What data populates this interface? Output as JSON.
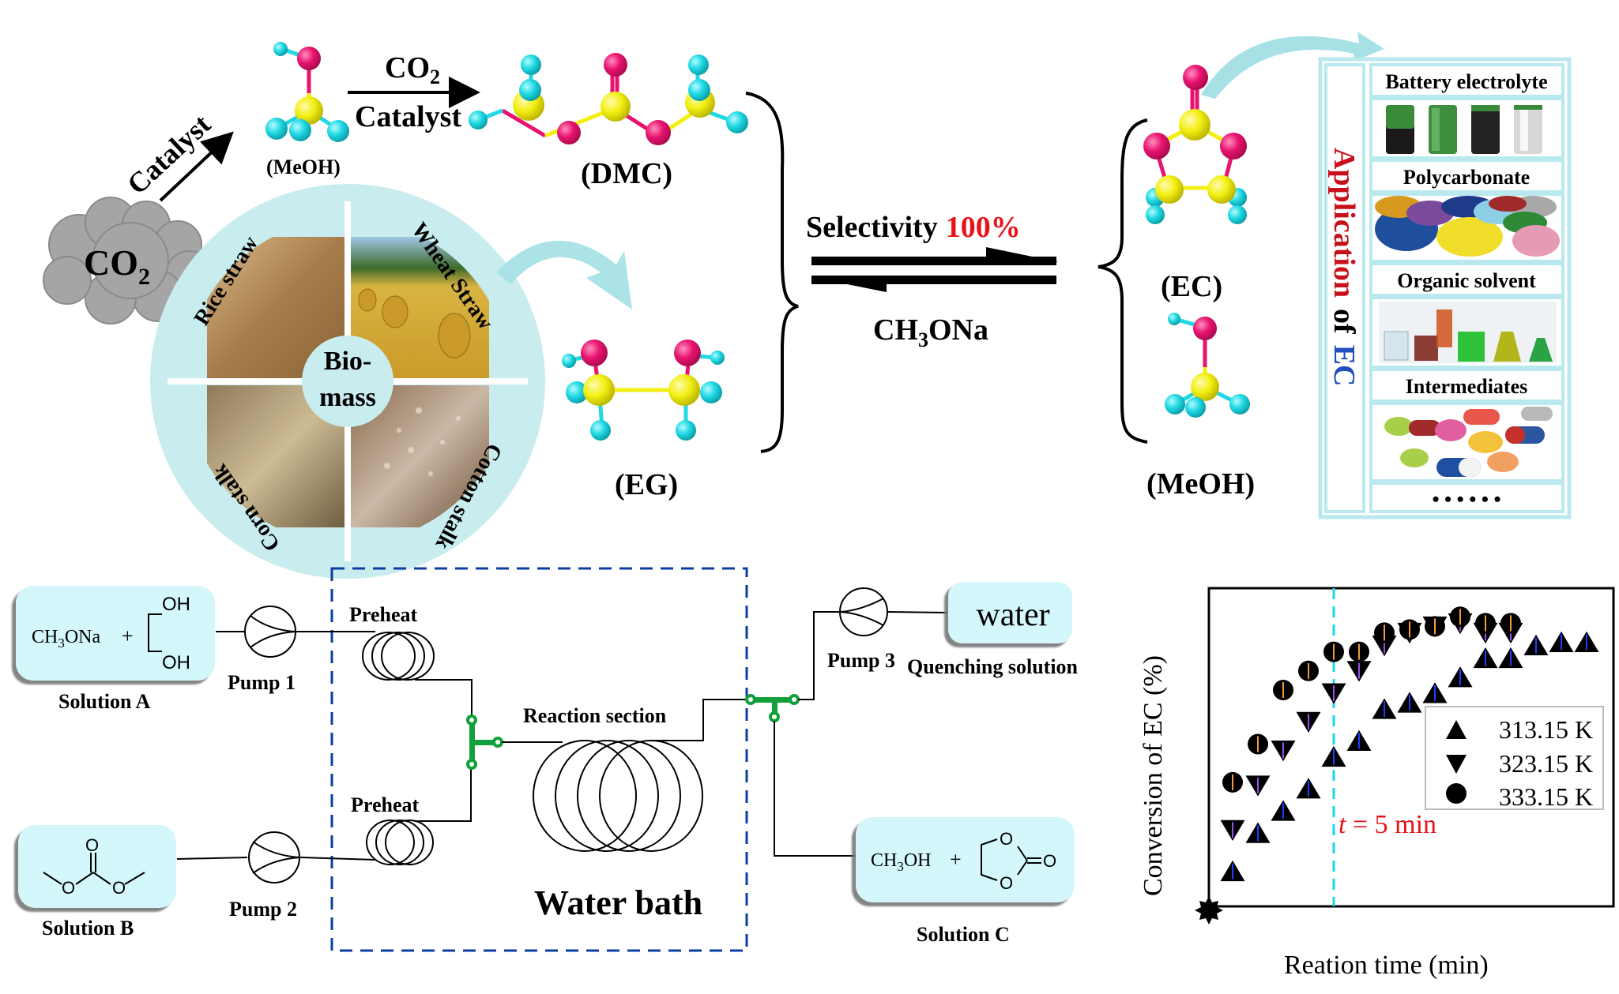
{
  "top": {
    "cloud_label": "CO",
    "cloud_sub": "2",
    "arrow1_label": "Catalyst",
    "meoh_label": "(MeOH)",
    "arrow2_top": "CO",
    "arrow2_top_sub": "2",
    "arrow2_bottom": "Catalyst",
    "dmc_label": "(DMC)",
    "eg_label": "(EG)",
    "biomass": {
      "center_line1": "Bio-",
      "center_line2": "mass",
      "quadrants": [
        "Rice straw",
        "Wheat Straw",
        "Corn stalk",
        "Cotton stalk"
      ]
    },
    "selectivity_label": "Selectivity",
    "selectivity_value": "100%",
    "catalyst_bottom": "CH",
    "catalyst_bottom_sub": "3",
    "catalyst_bottom_rest": "ONa",
    "ec_label": "(EC)",
    "meoh2_label": "(MeOH)"
  },
  "application": {
    "vertical_title_part1": "Application",
    "vertical_title_part2": "of",
    "vertical_title_part3": "EC",
    "items": [
      "Battery electrolyte",
      "Polycarbonate",
      "Organic solvent",
      "Intermediates"
    ],
    "ellipsis": "• • • • • •"
  },
  "flow": {
    "solution_a_label": "Solution A",
    "solution_a_formula": "CH",
    "solution_a_formula_sub": "3",
    "solution_a_formula_rest": "ONa",
    "plus": "+",
    "oh": "OH",
    "pump1": "Pump 1",
    "pump2": "Pump 2",
    "pump3": "Pump 3",
    "preheat": "Preheat",
    "reaction_section": "Reaction section",
    "water_bath": "Water bath",
    "solution_b_label": "Solution B",
    "water_label": "water",
    "quenching_label": "Quenching solution",
    "solution_c_label": "Solution C",
    "solution_c_formula": "CH",
    "solution_c_formula_sub": "3",
    "solution_c_formula_rest": "OH",
    "o": "O"
  },
  "colors": {
    "box_fill": "#d4f7fb",
    "accent_red": "#e8121a",
    "accent_blue": "#1f4fbf",
    "cyan_line": "#19d7e6",
    "tee_green": "#12a03c",
    "dash_blue": "#0b3ea0",
    "atom_o": "#e8136f",
    "atom_c": "#f3ef12",
    "atom_h": "#1fd8e3",
    "cloud": "#a5a5a5",
    "ring": "#c9ecef"
  },
  "chart_data": {
    "type": "scatter",
    "title": "",
    "xlabel": "Reation time (min)",
    "ylabel": "Conversion of EC (%)",
    "annotation": {
      "text_italic": "t",
      "text_rest": " = 5 min",
      "x": 5
    },
    "ticks_shown": false,
    "x": [
      1,
      2,
      3,
      4,
      5,
      6,
      7,
      8,
      9,
      10,
      11,
      12,
      13,
      14,
      15
    ],
    "xlim": [
      0,
      16
    ],
    "ylim": [
      0,
      100
    ],
    "legend": "right",
    "series": [
      {
        "name": "313.15 K",
        "marker": "triangle-up",
        "x": [
          1,
          2,
          3,
          4,
          5,
          6,
          7,
          8,
          9,
          10,
          11,
          12,
          13,
          14,
          15
        ],
        "values": [
          11,
          23,
          30,
          37,
          47,
          52,
          62,
          64,
          67,
          72,
          78,
          78,
          82,
          83,
          83
        ]
      },
      {
        "name": "323.15 K",
        "marker": "triangle-down",
        "x": [
          1,
          2,
          3,
          4,
          5,
          6,
          7,
          8,
          9,
          10,
          11,
          12
        ],
        "values": [
          24,
          38,
          49,
          58,
          67,
          74,
          82,
          86,
          88,
          89,
          86,
          86
        ]
      },
      {
        "name": "333.15 K",
        "marker": "circle",
        "x": [
          1,
          2,
          3,
          4,
          5,
          6,
          7,
          8,
          9,
          10,
          11,
          12
        ],
        "values": [
          39,
          51,
          68,
          74,
          80,
          80,
          86,
          87,
          88,
          91,
          89,
          89
        ]
      }
    ]
  }
}
